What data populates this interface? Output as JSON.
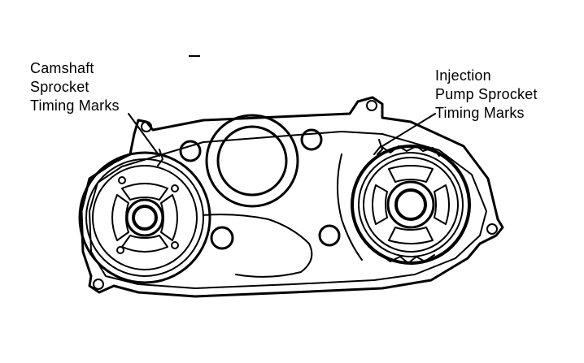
{
  "labels": {
    "camshaft": [
      "Camshaft",
      "Sprocket",
      "Timing Marks"
    ],
    "injection": [
      "Injection",
      "Pump Sprocket",
      "Timing Marks"
    ]
  },
  "colors": {
    "line": "#000000",
    "background": "#ffffff"
  }
}
